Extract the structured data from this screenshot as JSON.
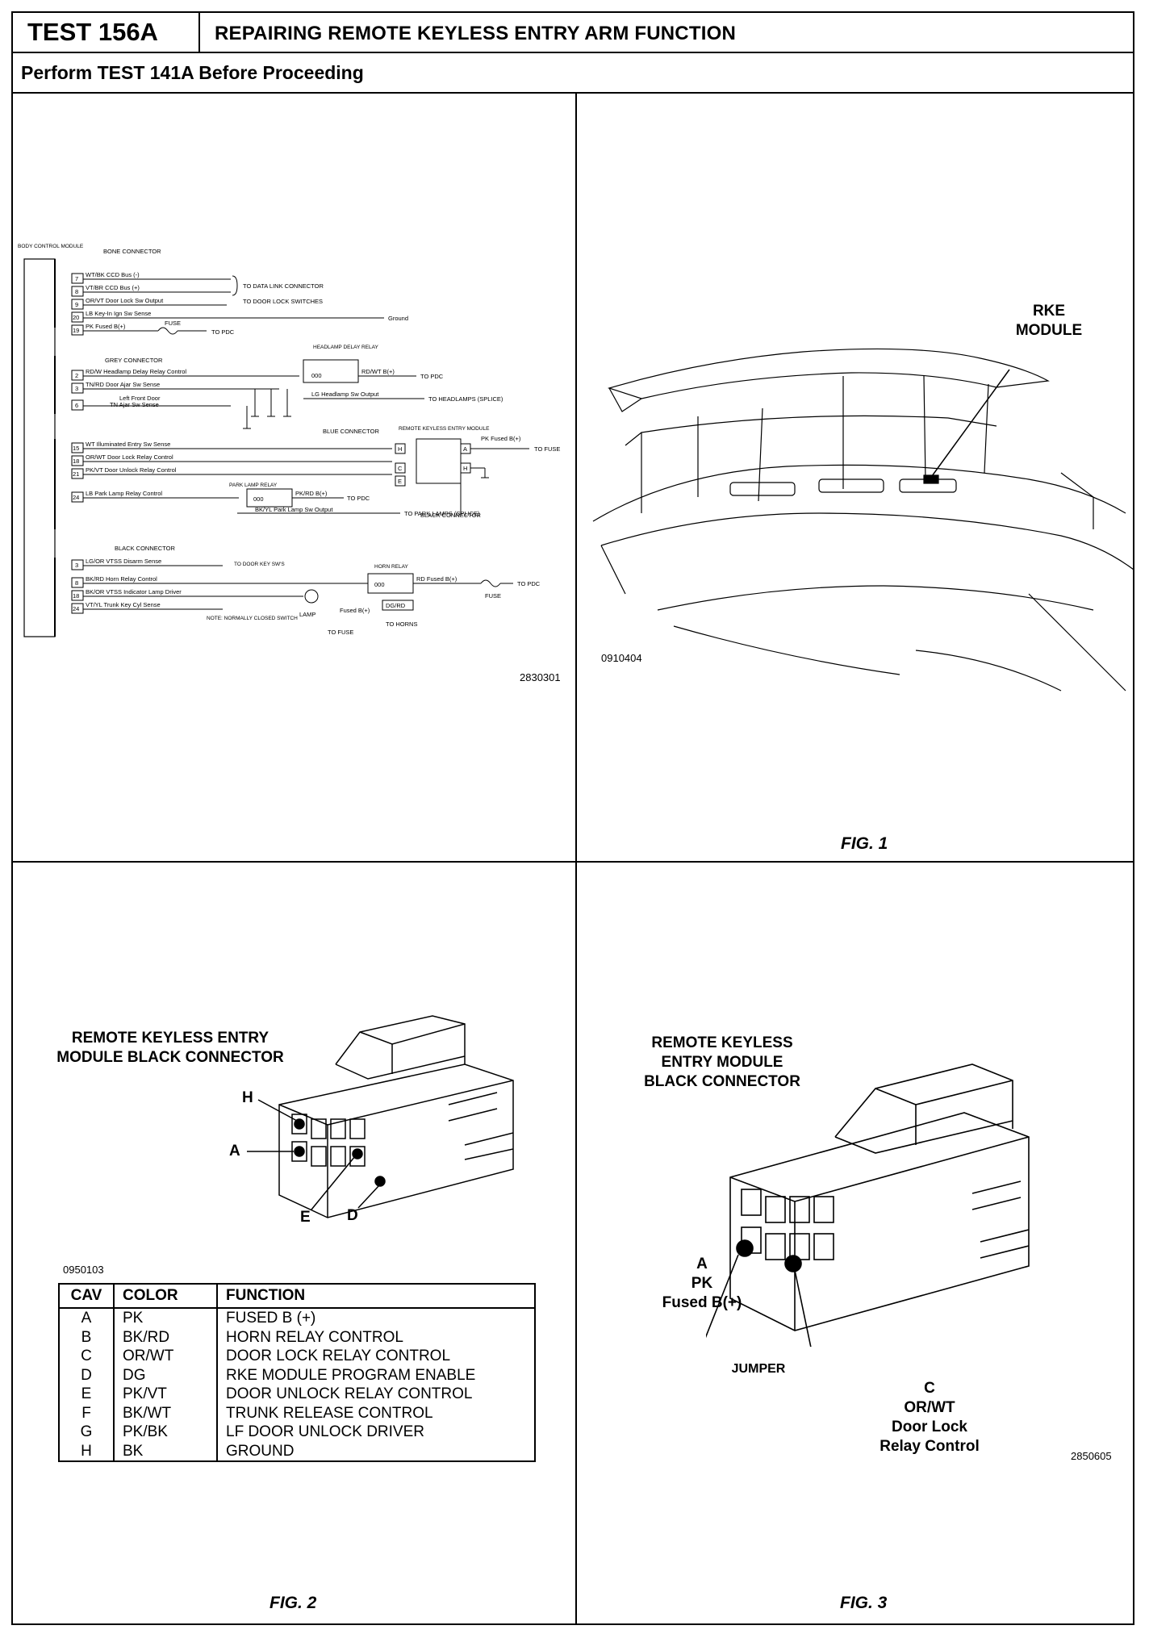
{
  "header": {
    "test_id": "TEST 156A",
    "title": "REPAIRING REMOTE KEYLESS ENTRY ARM FUNCTION",
    "subtitle": "Perform TEST 141A Before Proceeding"
  },
  "schematic": {
    "image_code": "2830301",
    "labels": {
      "body_control_module": "BODY CONTROL MODULE",
      "bone_connector": "BONE CONNECTOR",
      "grey_connector": "GREY CONNECTOR",
      "black_connector": "BLACK CONNECTOR",
      "blue_connector": "BLUE CONNECTOR",
      "rke_module": "REMOTE KEYLESS ENTRY MODULE",
      "black_connector_rke": "BLACK CONNECTOR",
      "headlamp_relay": "HEADLAMP DELAY RELAY",
      "park_lamp_relay": "PARK LAMP RELAY",
      "horn_relay": "HORN RELAY",
      "to_data_link": "TO DATA LINK CONNECTOR",
      "to_door_lock_switches": "TO DOOR LOCK SWITCHES",
      "ground": "Ground",
      "fuse": "FUSE",
      "to_pdc": "TO PDC",
      "to_headlamps": "TO HEADLAMPS (SPLICE)",
      "to_fuse": "TO FUSE",
      "pk_fused": "PK Fused B(+)",
      "to_park_lamps": "TO PARK LAMPS (SPLICE)",
      "to_door_key_sws": "TO DOOR KEY SW'S",
      "lamp": "LAMP",
      "fused_b": "Fused B(+)",
      "to_fuse2": "TO FUSE",
      "to_horns": "TO HORNS",
      "note": "NOTE: NORMALLY CLOSED SWITCH",
      "rd_wt": "RD/WT B(+)",
      "lg_headlamp": "LG Headlamp Sw Output",
      "pk_rd": "PK/RD B(+)",
      "bk_yl": "BK/YL Park Lamp Sw Output",
      "rd_fused": "RD Fused B(+)",
      "dg_rd": "DG/RD",
      "left_front_door": "Left Front Door",
      "tn_ajar": "TN Ajar Sw Sense"
    },
    "bone_rows": [
      {
        "pin": "7",
        "text": "WT/BK CCD Bus (-)"
      },
      {
        "pin": "8",
        "text": "VT/BR CCD Bus (+)"
      },
      {
        "pin": "9",
        "text": "OR/VT Door Lock Sw Output"
      },
      {
        "pin": "20",
        "text": "LB Key-In Ign Sw Sense"
      },
      {
        "pin": "19",
        "text": "PK Fused B(+)"
      }
    ],
    "grey_rows": [
      {
        "pin": "2",
        "text": "RD/W Headlamp Delay Relay Control"
      },
      {
        "pin": "3",
        "text": "TN/RD Door Ajar Sw Sense"
      },
      {
        "pin": "6",
        "text": ""
      }
    ],
    "mid_rows": [
      {
        "pin": "15",
        "text": "WT Illuminated Entry Sw Sense"
      },
      {
        "pin": "18",
        "text": "OR/WT Door Lock Relay Control"
      },
      {
        "pin": "21",
        "text": "PK/VT Door Unlock Relay Control"
      },
      {
        "pin": "24",
        "text": "LB Park Lamp Relay Control"
      }
    ],
    "black_rows": [
      {
        "pin": "3",
        "text": "LG/OR VTSS Disarm Sense"
      },
      {
        "pin": "8",
        "text": "BK/RD Horn Relay Control"
      },
      {
        "pin": "18",
        "text": "BK/OR VTSS Indicator Lamp Driver"
      },
      {
        "pin": "24",
        "text": "VT/YL Trunk Key Cyl Sense"
      }
    ],
    "rke_pins": [
      "H",
      "C",
      "E",
      "A",
      "H"
    ]
  },
  "fig1": {
    "label": "FIG. 1",
    "image_code": "0910404",
    "callout": [
      "RKE",
      "MODULE"
    ]
  },
  "fig2": {
    "label": "FIG. 2",
    "image_code": "0950103",
    "title_lines": [
      "REMOTE KEYLESS ENTRY",
      "MODULE BLACK CONNECTOR"
    ],
    "pin_labels": {
      "h": "H",
      "a": "A",
      "e": "E",
      "d": "D"
    },
    "table": {
      "headers": [
        "CAV",
        "COLOR",
        "FUNCTION"
      ],
      "rows": [
        [
          "A",
          "PK",
          "FUSED B (+)"
        ],
        [
          "B",
          "BK/RD",
          "HORN RELAY CONTROL"
        ],
        [
          "C",
          "OR/WT",
          "DOOR LOCK RELAY CONTROL"
        ],
        [
          "D",
          "DG",
          "RKE MODULE PROGRAM ENABLE"
        ],
        [
          "E",
          "PK/VT",
          "DOOR UNLOCK RELAY CONTROL"
        ],
        [
          "F",
          "BK/WT",
          "TRUNK RELEASE CONTROL"
        ],
        [
          "G",
          "PK/BK",
          "LF DOOR UNLOCK DRIVER"
        ],
        [
          "H",
          "BK",
          "GROUND"
        ]
      ]
    }
  },
  "fig3": {
    "label": "FIG. 3",
    "image_code": "2850605",
    "title_lines": [
      "REMOTE KEYLESS",
      "ENTRY MODULE",
      "BLACK CONNECTOR"
    ],
    "pin_a": [
      "A",
      "PK",
      "Fused B(+)"
    ],
    "pin_c": [
      "C",
      "OR/WT",
      "Door Lock",
      "Relay Control"
    ],
    "jumper": "JUMPER"
  }
}
